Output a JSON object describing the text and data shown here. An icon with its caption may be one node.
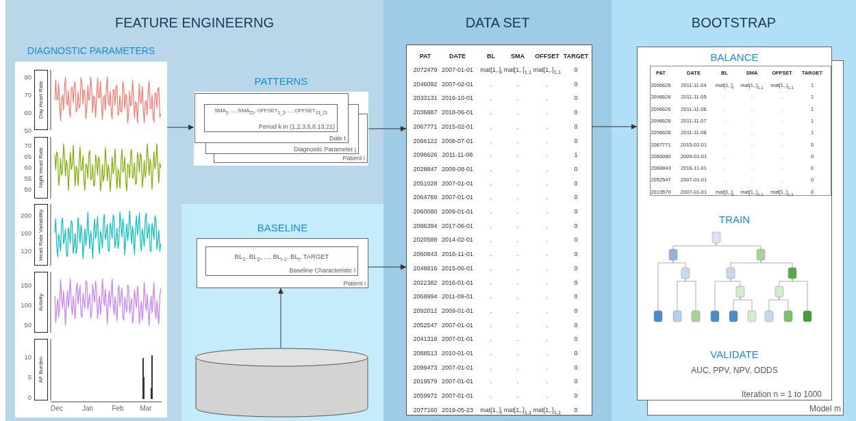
{
  "diagram": {
    "nodes": [
      {
        "text": [
          "FEATURE ENGINEERNG"
        ]
      },
      {
        "text": [
          "DIAGNOSTIC PARAMETERS"
        ],
        "in": 0
      },
      {
        "text": [
          "PATTERNS",
          "SMA$_{1}$, ..., SMA$_{21}$, OFFSET$_{1_3}$, ..., OFFSET$_{13_21}$",
          "Period k in (1,2,3,5,8,13,21)",
          "Date t",
          "Diagnostic Parameter j",
          "Patient i"
        ],
        "in": 0
      },
      {
        "text": [
          "BASELINE",
          "BL$_{1}$, BL$_{2}$, ..., BL$_{l-1}$, BL$_{l}$, TARGET",
          "Baseline Characteristic l",
          "Patient i"
        ],
        "in": 0
      },
      {
        "text": [],
        "shape": "cylinder",
        "in": 0
      },
      {
        "text": [
          "DATA SET"
        ]
      },
      {
        "text": [],
        "shape": "box",
        "in": 5
      },
      {
        "text": [
          "BOOTSTRAP"
        ]
      },
      {
        "text": [
          "BALANCE",
          "TRAIN",
          "VALIDATE",
          "AUC, PPV, NPV, ODDS",
          "Iteration n = 1 to 1000",
          "Model m"
        ],
        "in": 7
      }
    ],
    "edges": [
      {
        "from": 1,
        "to": 2,
        "arrow": "to"
      },
      {
        "from": 2,
        "to": 6,
        "arrow": "to"
      },
      {
        "from": 4,
        "to": 3,
        "arrow": "to"
      },
      {
        "from": 3,
        "to": 6,
        "arrow": "to"
      },
      {
        "from": 6,
        "to": 8,
        "arrow": "to"
      }
    ],
    "labels": [
      "Day Heart Rate",
      "80",
      "70",
      "60",
      "50",
      "Night Heart Rate",
      "70",
      "65",
      "60",
      "55",
      "50",
      "Heart Rate Variability",
      "200",
      "160",
      "120",
      "Activity",
      "150",
      "100",
      "50",
      "AF Burden",
      "10",
      "5",
      "0",
      "Dec",
      "Jan",
      "Feb",
      "Mar",
      "PAT",
      "DATE",
      "BL",
      "SMA",
      "OFFSET",
      "TARGET",
      "2072479",
      "2007-01-01",
      "mat[1,.]$_{l}$",
      "mat[1,.]$_{1,1}$",
      "mat[1,.]$_{1,1}$",
      "0",
      "2046092",
      "2007-02-01",
      ".",
      ".",
      ".",
      "0",
      "2033131",
      "2016-10-01",
      ".",
      ".",
      ".",
      "0",
      "2036887",
      "2018-06-01",
      ".",
      ".",
      ".",
      "0",
      "2067771",
      "2015-02-01",
      ".",
      ".",
      ".",
      "0",
      "2066122",
      "2008-07-01",
      ".",
      ".",
      ".",
      "0",
      "2096626",
      "2011-11-08",
      ".",
      ".",
      ".",
      "1",
      "2028847",
      "2009-08-01",
      ".",
      ".",
      ".",
      "0",
      "2051028",
      "2007-01-01",
      ".",
      ".",
      ".",
      "0",
      "2064769",
      "2007-01-01",
      ".",
      ".",
      ".",
      "0",
      "2060080",
      "2009-01-01",
      ".",
      ".",
      ".",
      "0",
      "2086394",
      "2017-06-01",
      ".",
      ".",
      ".",
      "0",
      "2020588",
      "2014-02-01",
      ".",
      ".",
      ".",
      "0",
      "2060843",
      "2016-11-01",
      ".",
      ".",
      ".",
      "0",
      "2048816",
      "2015-06-01",
      ".",
      ".",
      ".",
      "0",
      "2022382",
      "2016-01-01",
      ".",
      ".",
      ".",
      "0",
      "2068994",
      "2011-09-01",
      ".",
      ".",
      ".",
      "0",
      "2092012",
      "2009-01-01",
      ".",
      ".",
      ".",
      "0",
      "2052547",
      "2007-01-01",
      ".",
      ".",
      ".",
      "0",
      "2041318",
      "2007-01-01",
      ".",
      ".",
      ".",
      "0",
      "2088513",
      "2010-01-01",
      ".",
      ".",
      ".",
      "0",
      "2099473",
      "2007-01-01",
      ".",
      ".",
      ".",
      "0",
      "2019579",
      "2007-01-01",
      ".",
      ".",
      ".",
      "0",
      "2059972",
      "2007-01-01",
      ".",
      ".",
      ".",
      "0",
      "2077160",
      "2019-05-23",
      "mat[1,.]$_{l}$",
      "mat[1,.]$_{1,1}$",
      "mat[1,.]$_{1,1}$",
      "0",
      "PAT",
      "DATE",
      "BL",
      "SMA",
      "OFFSET",
      "TARGET",
      "2096626",
      "2011-11-04",
      "mat[1,.]$_{l}$",
      "mat[1,.]$_{1,1}$",
      "mat[1,.]$_{1,1}$",
      "1",
      "2096626",
      "2011-11-05",
      ".",
      ".",
      ".",
      "1",
      "2096626",
      "2011-11-06",
      ".",
      ".",
      ".",
      "1",
      "2096626",
      "2011-11-07",
      ".",
      ".",
      ".",
      "1",
      "2096626",
      "2011-11-08",
      ".",
      ".",
      ".",
      "1",
      "2067771",
      "2015-02-01",
      ".",
      ".",
      ".",
      "0",
      "2060080",
      "2009-01-01",
      ".",
      ".",
      ".",
      "0",
      "2060843",
      "2016-11-01",
      ".",
      ".",
      ".",
      "0",
      "2052547",
      "2007-01-01",
      ".",
      ".",
      ".",
      "0",
      "2019579",
      "2007-01-01",
      "mat[1,.]$_{l}$",
      "mat[1,.]$_{1,1}$",
      "mat[1,.]$_{1,1}$",
      "0"
    ]
  }
}
